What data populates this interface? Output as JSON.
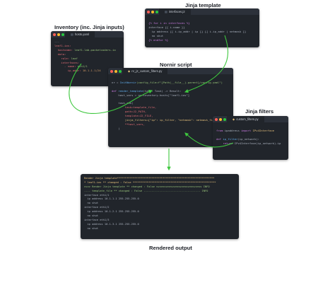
{
  "labels": {
    "inventory": "Inventory (inc. Jinja inputs)",
    "jinja_template": "Jinja template",
    "nornir_script": "Nornir script",
    "jinja_filters": "Jinja filters",
    "rendered_output": "Rendered output"
  },
  "colors": {
    "arrow": "#3ec73e",
    "window_bg": "#21252b",
    "titlebar_bg": "#2c313a",
    "dot_red": "#ff5f57",
    "dot_yellow": "#febc2e",
    "dot_green": "#28c840"
  },
  "windows": {
    "inventory": {
      "tab": "hosts.yaml",
      "icon": "file-icon",
      "lines": [
        [
          {
            "t": "---",
            "c": "c-dim"
          }
        ],
        [
          {
            "t": "leaf1-ios:",
            "c": "c-key"
          }
        ],
        [
          {
            "t": "  hostname: ",
            "c": "c-key"
          },
          {
            "t": "leaf1.lab.packetcoders.io",
            "c": "c-str"
          }
        ],
        [
          {
            "t": "  data:",
            "c": "c-key"
          }
        ],
        [
          {
            "t": "    role: ",
            "c": "c-key"
          },
          {
            "t": "leaf",
            "c": "c-str"
          }
        ],
        [
          {
            "t": "    interfaces:",
            "c": "c-key"
          }
        ],
        [
          {
            "t": "      - name: ",
            "c": "c-key"
          },
          {
            "t": "eth1/1",
            "c": "c-str"
          }
        ],
        [
          {
            "t": "        ip_addr: ",
            "c": "c-key"
          },
          {
            "t": "10.1.1.1/24",
            "c": "c-num"
          }
        ],
        [
          {
            "t": "",
            "c": ""
          }
        ]
      ]
    },
    "template": {
      "tab": "interfaces.j2",
      "icon": "file-icon",
      "lines": [
        [
          {
            "t": "",
            "c": ""
          }
        ],
        [
          {
            "t": "{% for i in interfaces %}",
            "c": "c-kw"
          }
        ],
        [
          {
            "t": "interface {{ i.name }}",
            "c": "c-out"
          }
        ],
        [
          {
            "t": "  ip address {{ i.ip_addr | ip }} {{ i.ip_addr | netmask }}",
            "c": "c-out"
          }
        ],
        [
          {
            "t": "  no shut",
            "c": "c-out"
          }
        ],
        [
          {
            "t": "{% endfor %}",
            "c": "c-kw"
          }
        ]
      ]
    },
    "nornir": {
      "tab": "nr_j2_custom_filters.py",
      "icon": "python-icon",
      "lines": [
        [
          {
            "t": "",
            "c": ""
          }
        ],
        [
          {
            "t": "nr = ",
            "c": "c-out"
          },
          {
            "t": "InitNornir",
            "c": "c-fn"
          },
          {
            "t": "(config_file=f\"{Path(__file__).parent}/config.yaml\")",
            "c": "c-str"
          }
        ],
        [
          {
            "t": "",
            "c": ""
          }
        ],
        [
          {
            "t": "def ",
            "c": "c-kw"
          },
          {
            "t": "render_template",
            "c": "c-fn"
          },
          {
            "t": "(task: Task) -> Result:",
            "c": "c-out"
          }
        ],
        [
          {
            "t": "    host_vars = nr.inventory.hosts[\"leaf1-ios\"]",
            "c": "c-out"
          }
        ],
        [
          {
            "t": "",
            "c": ""
          }
        ],
        [
          {
            "t": "    task.run(",
            "c": "c-out"
          }
        ],
        [
          {
            "t": "        task=template_file,",
            "c": "c-key"
          }
        ],
        [
          {
            "t": "        path=J2_PATH,",
            "c": "c-key"
          }
        ],
        [
          {
            "t": "        template=J2_FILE,",
            "c": "c-key"
          }
        ],
        [
          {
            "t": "        jinja_filters={\"ip\": ip_filter, \"netmask\": netmask_filter},",
            "c": "c-yel"
          }
        ],
        [
          {
            "t": "        **host_vars,",
            "c": "c-key"
          }
        ],
        [
          {
            "t": "    )",
            "c": "c-out"
          }
        ]
      ]
    },
    "filters": {
      "tab": "custom_filters.py",
      "icon": "python-icon",
      "lines": [
        [
          {
            "t": "",
            "c": ""
          }
        ],
        [
          {
            "t": "from ",
            "c": "c-kw"
          },
          {
            "t": "ipaddress ",
            "c": "c-out"
          },
          {
            "t": "import ",
            "c": "c-kw"
          },
          {
            "t": "IPv4Interface",
            "c": "c-yel"
          }
        ],
        [
          {
            "t": "",
            "c": ""
          }
        ],
        [
          {
            "t": "def ",
            "c": "c-kw"
          },
          {
            "t": "ip_filter",
            "c": "c-fn"
          },
          {
            "t": "(ip_network):",
            "c": "c-out"
          }
        ],
        [
          {
            "t": "    return ",
            "c": "c-kw"
          },
          {
            "t": "IPv4Interface(ip_network).ip",
            "c": "c-out"
          }
        ]
      ]
    },
    "output": {
      "lines": [
        [
          {
            "t": "Render Jinja template**************************************************************",
            "c": "c-yel"
          }
        ],
        [
          {
            "t": "* leaf1-ios ** changed : False *****************************************************",
            "c": "c-yel"
          }
        ],
        [
          {
            "t": "vvvv Render Jinja template ** changed : False vvvvvvvvvvvvvvvvvvvvvvvvvvvvv INFO",
            "c": "c-str"
          }
        ],
        [
          {
            "t": "---- template_file ** changed : False ------------------------------------ INFO",
            "c": "c-str"
          }
        ],
        [
          {
            "t": "interface eth1/1",
            "c": "c-out"
          }
        ],
        [
          {
            "t": "  ip address 10.1.1.1 255.255.255.0",
            "c": "c-out"
          }
        ],
        [
          {
            "t": "  no shut",
            "c": "c-out"
          }
        ],
        [
          {
            "t": "interface eth1/2",
            "c": "c-out"
          }
        ],
        [
          {
            "t": "  ip address 10.1.2.1 255.255.255.0",
            "c": "c-out"
          }
        ],
        [
          {
            "t": "  no shut",
            "c": "c-out"
          }
        ],
        [
          {
            "t": "interface eth1/3",
            "c": "c-out"
          }
        ],
        [
          {
            "t": "  ip address 10.1.3.1 255.255.255.0",
            "c": "c-out"
          }
        ],
        [
          {
            "t": "  no shut",
            "c": "c-out"
          }
        ],
        [
          {
            "t": "",
            "c": ""
          }
        ]
      ]
    }
  }
}
